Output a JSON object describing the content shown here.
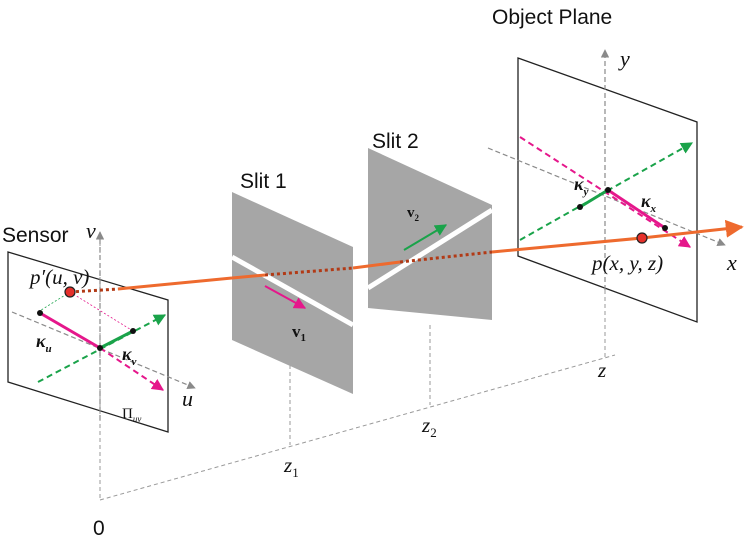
{
  "labels": {
    "sensor": "Sensor",
    "v_axis": "v",
    "u_axis": "u",
    "p_prime": "p′(u, v)",
    "kappa_u": "κ",
    "kappa_u_sub": "u",
    "kappa_v": "κ",
    "kappa_v_sub": "v",
    "pi": "Π",
    "pi_sub": "uv",
    "slit1": "Slit 1",
    "v1": "v",
    "v1_sub": "1",
    "slit2": "Slit 2",
    "v2": "v",
    "v2_sub": "2",
    "object_plane": "Object Plane",
    "y_axis": "y",
    "x_axis": "x",
    "kappa_y": "κ",
    "kappa_y_sub": "y",
    "kappa_x": "κ",
    "kappa_x_sub": "x",
    "p_point": "p(x, y, z)",
    "z_axis": "z",
    "z1": "z",
    "z1_sub": "1",
    "z2": "z",
    "z2_sub": "2",
    "origin": "0"
  },
  "colors": {
    "ray": "#ee6a2e",
    "ray_dotted": "#b23a16",
    "magenta": "#e5178b",
    "green": "#1aa34a",
    "slit_panel": "#a6a6a6",
    "guide": "#8a8a8a",
    "point_fill": "#e6302b"
  }
}
